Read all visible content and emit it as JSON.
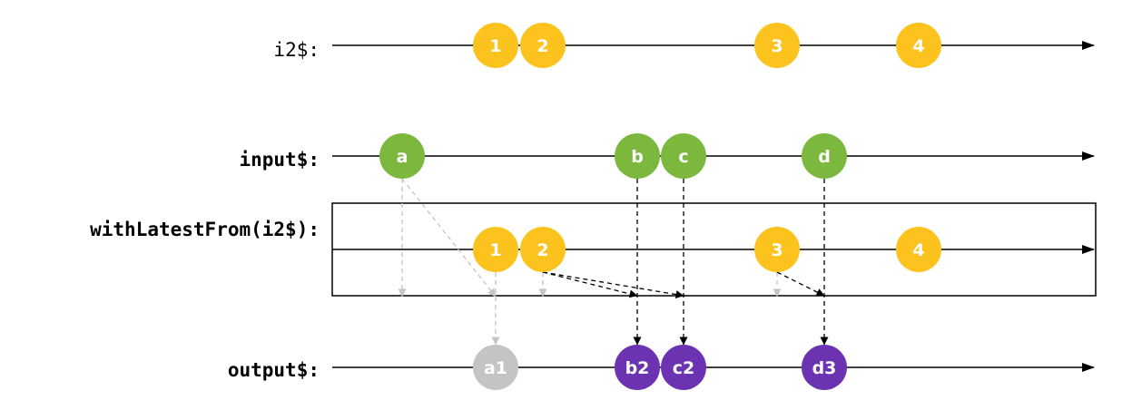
{
  "colors": {
    "timeline": "#000000",
    "i2_marble": "#FCC31E",
    "input_marble": "#7CB83E",
    "output_marble": "#6B33B2",
    "skipped_marble": "#C4C4C4",
    "marble_text": "#FFFFFF",
    "arrow_active": "#000000",
    "arrow_inactive": "#C4C4C4"
  },
  "lanes": {
    "i2": {
      "label": "i2$:",
      "bold": false,
      "marbles": [
        {
          "label": "1",
          "color": "i2_marble"
        },
        {
          "label": "2",
          "color": "i2_marble"
        },
        {
          "label": "3",
          "color": "i2_marble"
        },
        {
          "label": "4",
          "color": "i2_marble"
        }
      ]
    },
    "input": {
      "label": "input$:",
      "bold": true,
      "marbles": [
        {
          "label": "a",
          "color": "input_marble"
        },
        {
          "label": "b",
          "color": "input_marble"
        },
        {
          "label": "c",
          "color": "input_marble"
        },
        {
          "label": "d",
          "color": "input_marble"
        }
      ]
    },
    "operator": {
      "label": "withLatestFrom(i2$):",
      "bold": true,
      "marbles": [
        {
          "label": "1",
          "color": "i2_marble"
        },
        {
          "label": "2",
          "color": "i2_marble"
        },
        {
          "label": "3",
          "color": "i2_marble"
        },
        {
          "label": "4",
          "color": "i2_marble"
        }
      ]
    },
    "output": {
      "label": "output$:",
      "bold": true,
      "marbles": [
        {
          "label": "a1",
          "color": "skipped_marble"
        },
        {
          "label": "b2",
          "color": "output_marble"
        },
        {
          "label": "c2",
          "color": "output_marble"
        },
        {
          "label": "d3",
          "color": "output_marble"
        }
      ]
    }
  }
}
